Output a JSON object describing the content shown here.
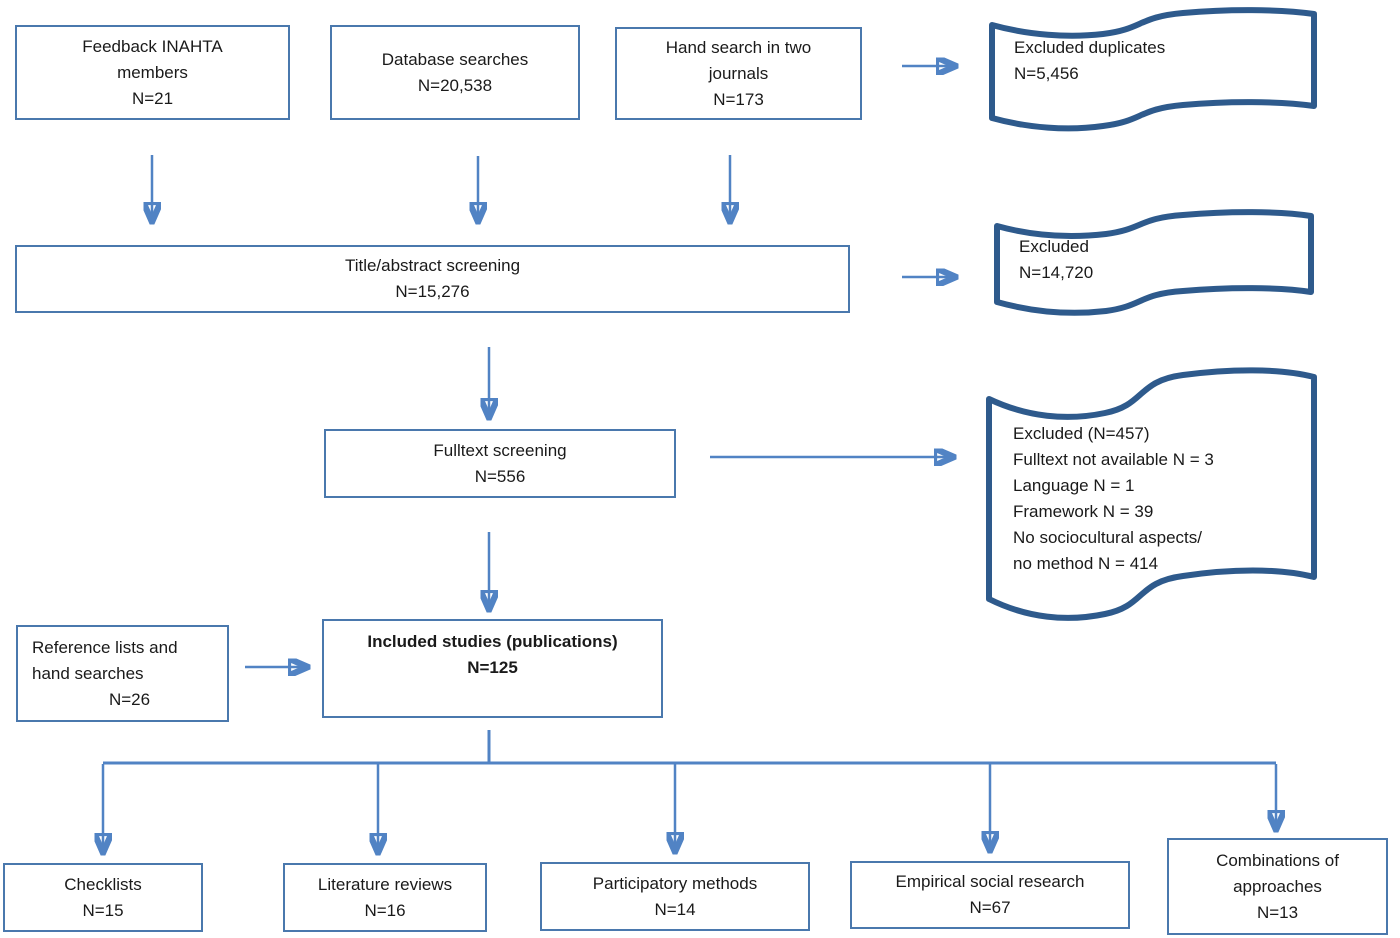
{
  "colors": {
    "background": "#ffffff",
    "text": "#1a1a1a",
    "box-border": "#4a78ad",
    "arrow": "#5183c4",
    "wave-stroke": "#2e5a8c"
  },
  "boxes": {
    "feedback": {
      "lines": [
        "Feedback INAHTA",
        "members",
        "N=21"
      ]
    },
    "database": {
      "lines": [
        "Database searches",
        "N=20,538"
      ]
    },
    "handsearch": {
      "lines": [
        "Hand search in two",
        "journals",
        "N=173"
      ]
    },
    "title_abstract": {
      "lines": [
        "Title/abstract screening",
        "N=15,276"
      ]
    },
    "fulltext": {
      "lines": [
        "Fulltext screening",
        "N=556"
      ]
    },
    "reference": {
      "lines": [
        "Reference lists and",
        "hand searches",
        "N=26"
      ]
    },
    "included": {
      "lines": [
        "Included studies (publications)",
        "N=125"
      ]
    },
    "checklists": {
      "lines": [
        "Checklists",
        "N=15"
      ]
    },
    "literature": {
      "lines": [
        "Literature reviews",
        "N=16"
      ]
    },
    "participatory": {
      "lines": [
        "Participatory methods",
        "N=14"
      ]
    },
    "empirical": {
      "lines": [
        "Empirical social research",
        "N=67"
      ]
    },
    "combinations": {
      "lines": [
        "Combinations of",
        "approaches",
        "N=13"
      ]
    }
  },
  "waves": {
    "duplicates": {
      "lines": [
        "Excluded duplicates",
        "N=5,456"
      ]
    },
    "title_abstract_excluded": {
      "lines": [
        "Excluded",
        "N=14,720"
      ]
    },
    "fulltext_excluded": {
      "lines": [
        "Excluded (N=457)",
        "Fulltext not available N = 3",
        "Language N = 1",
        "Framework N = 39",
        "No sociocultural aspects/",
        "no method N = 414"
      ]
    }
  }
}
